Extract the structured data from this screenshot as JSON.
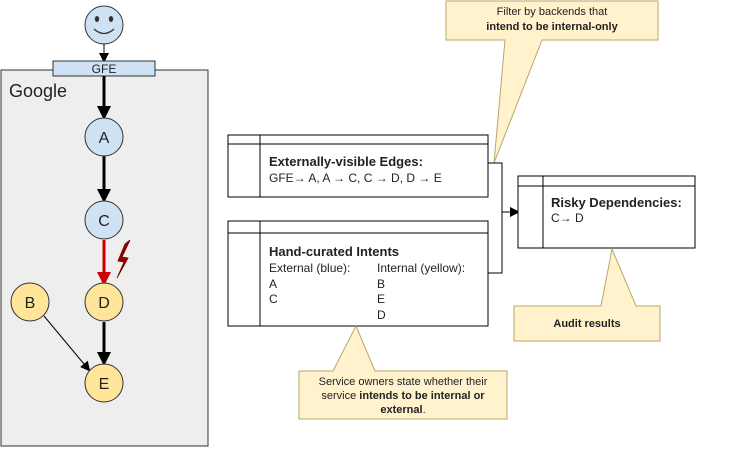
{
  "gfe_label": "GFE",
  "region_label": "Google",
  "nodes": {
    "A": "A",
    "B": "B",
    "C": "C",
    "D": "D",
    "E": "E"
  },
  "edges_box": {
    "title": "Externally-visible Edges:",
    "body": "GFE→ A, A → C, C → D, D → E"
  },
  "intents_box": {
    "title": "Hand-curated Intents",
    "external_header": "External (blue):",
    "internal_header": "Internal (yellow):",
    "external_items": [
      "A",
      "C"
    ],
    "internal_items": [
      "B",
      "E",
      "D"
    ]
  },
  "risky_box": {
    "title": "Risky Dependencies:",
    "body": "C→ D"
  },
  "callouts": {
    "filter": {
      "line1": "Filter by backends that",
      "line2_bold": "intend to be internal-only"
    },
    "audit": "Audit results",
    "owners": {
      "line1": "Service owners state whether their",
      "line2_prefix": "service ",
      "line2_bold": "intends to be internal or",
      "line3_bold": "external",
      "line3_suffix": "."
    }
  },
  "colors": {
    "external_node": "#cfe2f3",
    "internal_node": "#ffe599",
    "risky_edge": "#cc0000",
    "region_bg": "#eeeeee",
    "callout_bg": "#fff2cc",
    "callout_border": "#b7a866",
    "face": "#cfe2f3",
    "lightning": "#990000"
  }
}
